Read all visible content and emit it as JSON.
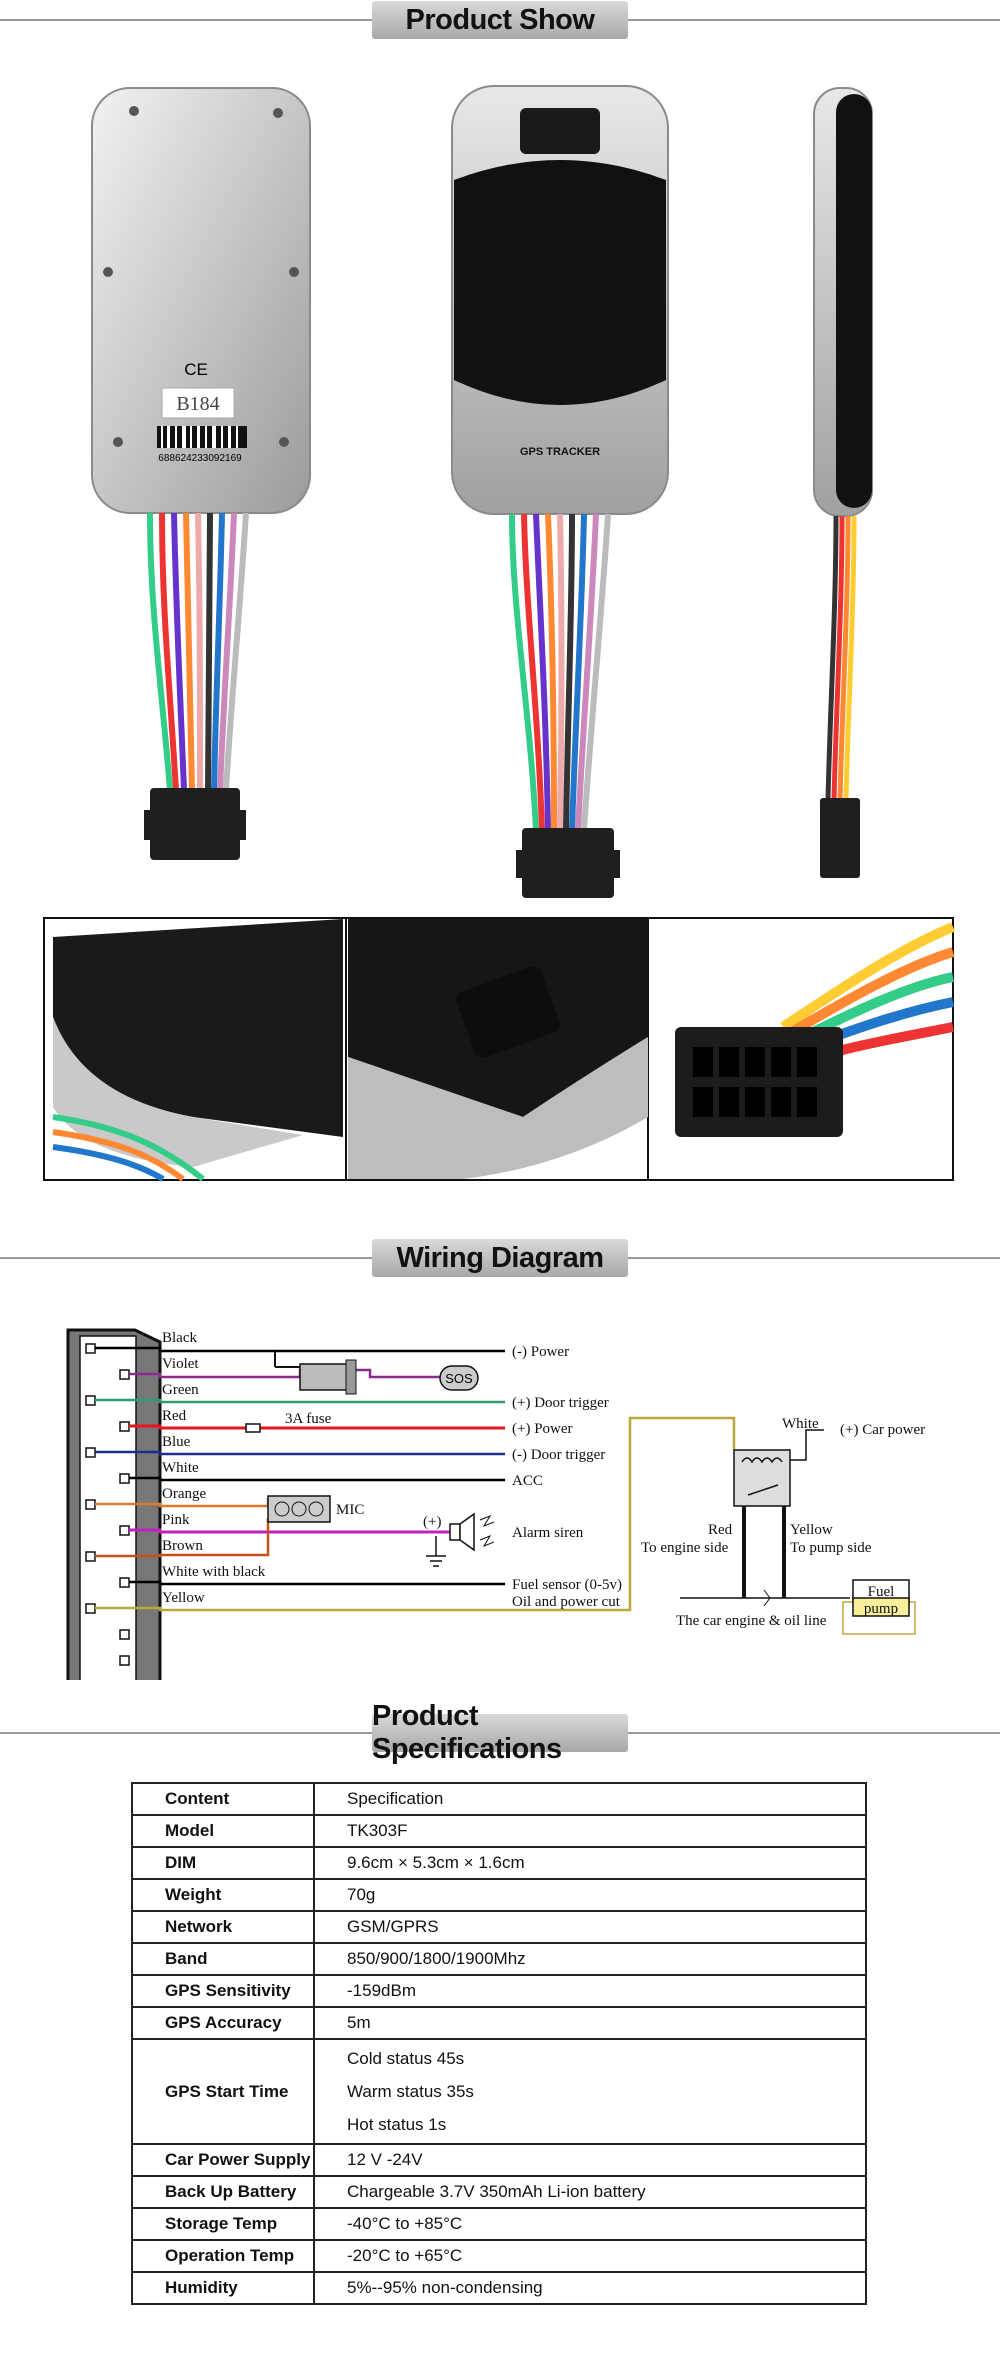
{
  "sections": {
    "product_show": "Product Show",
    "wiring_diagram": "Wiring Diagram",
    "product_specifications": "Product Specifications"
  },
  "device_labels": {
    "ce_mark": "CE",
    "model_sticker": "B184",
    "barcode_number": "688624233092169",
    "front_logo": "GPS TRACKER"
  },
  "wiring": {
    "wires": [
      {
        "label": "Black",
        "color": "#000000"
      },
      {
        "label": "Violet",
        "color": "#8b2a8f"
      },
      {
        "label": "Green",
        "color": "#2e9c6c"
      },
      {
        "label": "Red",
        "color": "#e8141c"
      },
      {
        "label": "Blue",
        "color": "#1e2a8c"
      },
      {
        "label": "White",
        "color": "#000000"
      },
      {
        "label": "Orange",
        "color": "#e07a2a"
      },
      {
        "label": "Pink",
        "color": "#c020c0"
      },
      {
        "label": "Brown",
        "color": "#c8501c"
      },
      {
        "label": "White with black",
        "color": "#000000"
      },
      {
        "label": "Yellow",
        "color": "#b8a83a"
      }
    ],
    "fuse": "3A fuse",
    "sos": "SOS",
    "mic": "MIC",
    "plus": "(+)",
    "outputs": {
      "power_neg": "(-) Power",
      "door_pos": "(+) Door trigger",
      "power_pos": "(+) Power",
      "door_neg": "(-) Door trigger",
      "acc": "ACC",
      "alarm": "Alarm siren",
      "fuel_sensor": "Fuel sensor (0-5v)",
      "oil_cut": "Oil and power cut"
    },
    "relay": {
      "white": "White",
      "car_power": "(+) Car power",
      "red": "Red",
      "engine_side": "To engine side",
      "yellow": "Yellow",
      "pump_side": "To pump side",
      "engine_oil": "The car engine & oil line",
      "fuel": "Fuel",
      "pump": "pump"
    }
  },
  "specs": {
    "header": {
      "key": "Content",
      "value": "Specification"
    },
    "rows": [
      {
        "key": "Model",
        "value": "TK303F"
      },
      {
        "key": "DIM",
        "value": "9.6cm × 5.3cm × 1.6cm"
      },
      {
        "key": "Weight",
        "value": "70g"
      },
      {
        "key": "Network",
        "value": "GSM/GPRS"
      },
      {
        "key": "Band",
        "value": "850/900/1800/1900Mhz"
      },
      {
        "key": "GPS Sensitivity",
        "value": "-159dBm"
      },
      {
        "key": "GPS Accuracy",
        "value": "5m"
      }
    ],
    "start_time": {
      "key": "GPS Start Time",
      "lines": [
        "Cold status  45s",
        "Warm status  35s",
        "Hot status  1s"
      ]
    },
    "rows2": [
      {
        "key": "Car Power Supply",
        "value": "12 V -24V"
      },
      {
        "key": "Back Up Battery",
        "value": "Chargeable 3.7V 350mAh Li-ion battery"
      },
      {
        "key": "Storage Temp",
        "value": "-40°C to +85°C"
      },
      {
        "key": "Operation Temp",
        "value": "-20°C to +65°C"
      },
      {
        "key": "Humidity",
        "value": "5%--95% non-condensing"
      }
    ]
  }
}
